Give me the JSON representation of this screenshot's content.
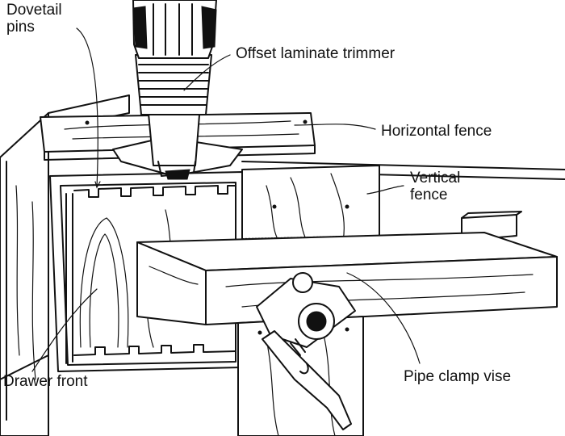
{
  "labels": {
    "dovetail_pins": "Dovetail\npins",
    "offset_trimmer": "Offset laminate trimmer",
    "horizontal_fence": "Horizontal fence",
    "vertical_fence": "Vertical\nfence",
    "drawer_front": "Drawer front",
    "pipe_clamp_vise": "Pipe clamp vise"
  }
}
